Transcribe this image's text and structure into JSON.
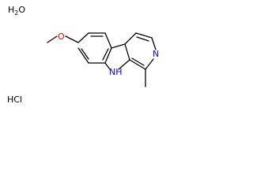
{
  "structure": {
    "water": {
      "symbol": "H",
      "subscript": "2",
      "suffix": "O"
    },
    "salt": "HCl",
    "atoms": {
      "methoxy_oxygen": "O",
      "pyridine_nitrogen": "N",
      "indole_nh": "NH"
    },
    "colors": {
      "bond": "#000000",
      "oxygen": "#ff0000",
      "nitrogen": "#0000ff",
      "text": "#000000"
    }
  }
}
